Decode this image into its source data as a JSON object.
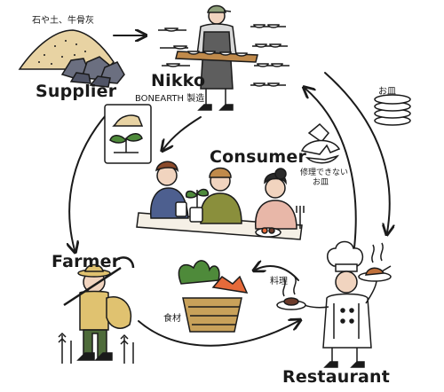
{
  "nodes": {
    "supplier": {
      "label": "Supplier",
      "material": "石や土、牛骨灰"
    },
    "nikko": {
      "label": "Nikko",
      "sub": "BONEARTH 製造"
    },
    "consumer": {
      "label": "Consumer"
    },
    "farmer": {
      "label": "Farmer"
    },
    "restaurant": {
      "label": "Restaurant"
    }
  },
  "flows": {
    "plates": "お皿",
    "unrepairable_1": "修理できない",
    "unrepairable_2": "お皿",
    "ingredients": "食材",
    "cooking": "料理"
  },
  "colors": {
    "outline": "#1a1a1a",
    "sand": "#e8d3a3",
    "rock": "#6b6f80",
    "apron": "#5e5e5e",
    "wood": "#c08a4b",
    "green_shirt": "#8a8f3c",
    "pink": "#e8b7a8",
    "blue_shirt": "#4d5f8f",
    "leaf": "#4e8a3a",
    "basket": "#c8a15a",
    "hay": "#e0c270",
    "tomato": "#e56a3a"
  }
}
